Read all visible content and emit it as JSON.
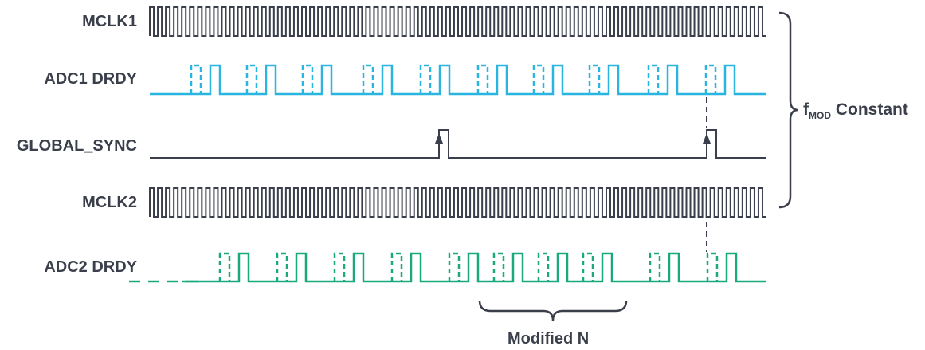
{
  "signals": {
    "mclk1": "MCLK1",
    "adc1_drdy": "ADC1 DRDY",
    "global_sync": "GLOBAL_SYNC",
    "mclk2": "MCLK2",
    "adc2_drdy": "ADC2 DRDY"
  },
  "annotations": {
    "fmod_main": "f",
    "fmod_sub": "MOD",
    "fmod_rest": " Constant",
    "modified_n": "Modified N"
  },
  "colors": {
    "clock": "#3a3f4b",
    "adc1": "#29b5e0",
    "adc2": "#1aa97e",
    "label": "#3a3f4b"
  }
}
